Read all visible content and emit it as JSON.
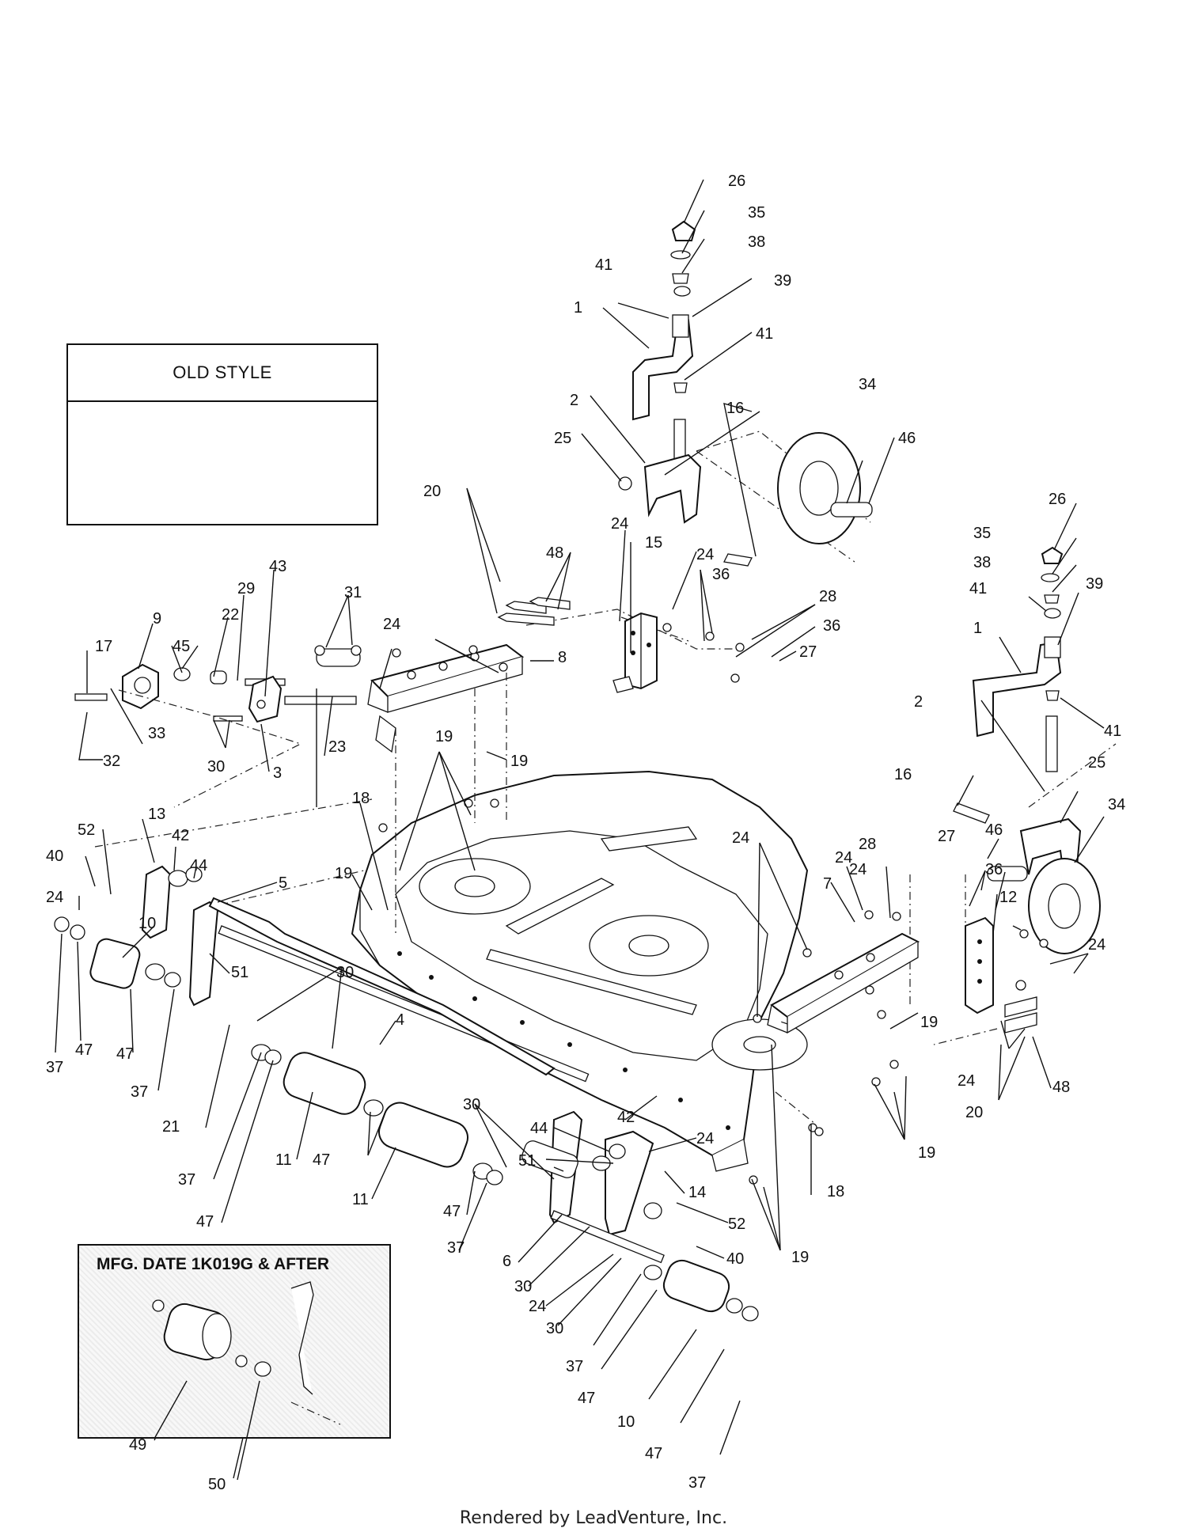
{
  "old_style_label": "OLD STYLE",
  "mfg_label": "MFG. DATE 1K019G & AFTER",
  "footer": "Rendered by LeadVenture, Inc.",
  "callouts": {
    "c26a": "26",
    "c35a": "35",
    "c38a": "38",
    "c41a": "41",
    "c39a": "39",
    "c1a": "1",
    "c41b": "41",
    "c2a": "2",
    "c25a": "25",
    "c16a": "16",
    "c34a": "34",
    "c46a": "46",
    "c20a": "20",
    "c48a": "48",
    "c24a": "24",
    "c15": "15",
    "c24b": "24",
    "c36a": "36",
    "c28a": "28",
    "c36b": "36",
    "c27a": "27",
    "c26b": "26",
    "c35b": "35",
    "c38b": "38",
    "c41c": "41",
    "c39b": "39",
    "c1b": "1",
    "c41d": "41",
    "c2b": "2",
    "c16b": "16",
    "c25b": "25",
    "c34b": "34",
    "c46b": "46",
    "c36c": "36",
    "c12": "12",
    "c24c": "24",
    "c24d": "24",
    "c28b": "28",
    "c27b": "27",
    "c7": "7",
    "c24e": "24",
    "c19a": "19",
    "c24f": "24",
    "c20b": "20",
    "c48b": "48",
    "c19b": "19",
    "c18a": "18",
    "c19c": "19",
    "c43": "43",
    "c29": "29",
    "c22": "22",
    "c31": "31",
    "c9": "9",
    "c45": "45",
    "c17": "17",
    "c24g": "24",
    "c8": "8",
    "c19d": "19",
    "c23": "23",
    "c32": "32",
    "c33": "33",
    "c30a": "30",
    "c3": "3",
    "c19e": "19",
    "c18b": "18",
    "c19f": "19",
    "c24h": "24",
    "c13": "13",
    "c52a": "52",
    "c42a": "42",
    "c40a": "40",
    "c44a": "44",
    "c5": "5",
    "c24i": "24",
    "c10a": "10",
    "c51a": "51",
    "c30b": "30",
    "c4": "4",
    "c47a": "47",
    "c37a": "37",
    "c47b": "47",
    "c37b": "37",
    "c21": "21",
    "c37c": "37",
    "c47c": "47",
    "c11a": "11",
    "c47d": "47",
    "c11b": "11",
    "c30c": "30",
    "c44b": "44",
    "c42b": "42",
    "c51b": "51",
    "c24j": "24",
    "c14": "14",
    "c52b": "52",
    "c40b": "40",
    "c47e": "47",
    "c37d": "37",
    "c6": "6",
    "c30d": "30",
    "c24k": "24",
    "c30e": "30",
    "c37e": "37",
    "c47f": "47",
    "c10b": "10",
    "c47g": "47",
    "c37f": "37",
    "c49": "49",
    "c50": "50"
  }
}
